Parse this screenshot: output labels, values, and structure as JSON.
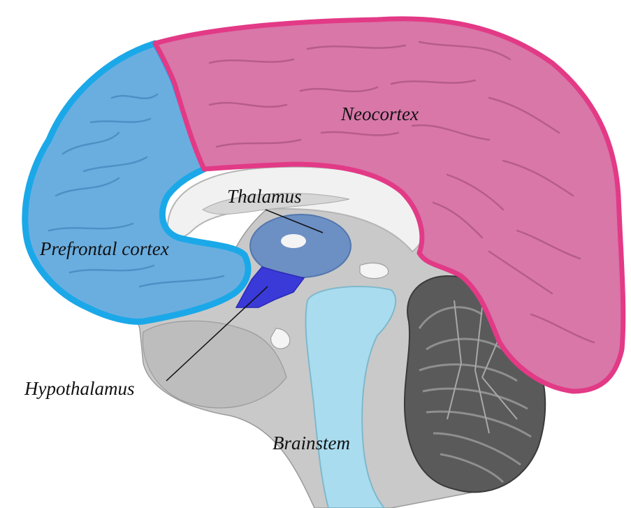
{
  "diagram": {
    "labels": {
      "neocortex": "Neocortex",
      "prefrontal": "Prefrontal cortex",
      "thalamus": "Thalamus",
      "hypothalamus": "Hypothalamus",
      "brainstem": "Brainstem"
    },
    "colors": {
      "neocortex_fill": "#d877a8",
      "neocortex_outline": "#e23a86",
      "prefrontal_fill": "#6aaee0",
      "prefrontal_outline": "#1ba8e8",
      "thalamus_fill": "#6c8fc4",
      "hypothalamus_fill": "#3a3ad8",
      "brainstem_fill": "#a9dcee",
      "cerebellum_fill": "#5a5a5a",
      "midbrain_gray": "#c9c9c9",
      "ventricle_white": "#f1f1f1"
    }
  }
}
